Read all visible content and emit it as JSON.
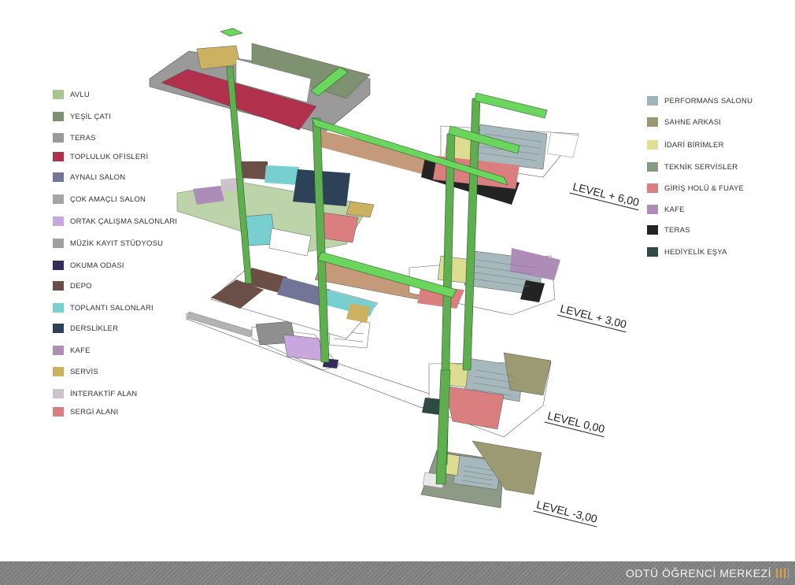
{
  "legend_left": [
    {
      "label": "AVLU",
      "color": "#a7c58d"
    },
    {
      "label": "YEŞİL ÇATI",
      "color": "#7e9171"
    },
    {
      "label": "TERAS",
      "color": "#9a9a9a"
    },
    {
      "label": "TOPLULUK OFİSLERİ",
      "color": "#b1304c"
    },
    {
      "label": " AYNALI SALON",
      "color": "#737598"
    },
    {
      "label": "ÇOK  AMAÇLI SALON",
      "color": "#a4a4a4"
    },
    {
      "label": "ORTAK ÇALIŞMA SALONLARI",
      "color": "#c9a6de"
    },
    {
      "label": "MÜZİK KAYIT STÜDYOSU",
      "color": "#a0a0a0"
    },
    {
      "label": "OKUMA ODASI",
      "color": "#2f2d5c"
    },
    {
      "label": "DEPO",
      "color": "#6b4e46"
    },
    {
      "label": "TOPLANTI SALONLARI",
      "color": "#78cfd0"
    },
    {
      "label": "DERSLİKLER",
      "color": "#2d4158"
    },
    {
      "label": "KAFE",
      "color": "#ae8cb8"
    },
    {
      "label": "SERVİS",
      "color": "#cbb161"
    },
    {
      "label": "İNTERAKTİF ALAN",
      "color": "#cbc2cb"
    },
    {
      "label": "SERGİ ALANI",
      "color": "#db7e80"
    }
  ],
  "legend_right": [
    {
      "label": "PERFORMANS SALONU",
      "color": "#a0b5b9"
    },
    {
      "label": "SAHNE ARKASI",
      "color": "#9a9870"
    },
    {
      "label": "İDARİ BİRİMLER",
      "color": "#dede95"
    },
    {
      "label": "TEKNİK SERVİSLER",
      "color": "#859a83"
    },
    {
      "label": "GİRİŞ HOLÜ & FUAYE",
      "color": "#db7e80"
    },
    {
      "label": "KAFE",
      "color": "#ae8cb8"
    },
    {
      "label": "TERAS",
      "color": "#232323"
    },
    {
      "label": "HEDİYELİK EŞYA",
      "color": "#2f4a44"
    }
  ],
  "levels": [
    {
      "label": "LEVEL + 6,00"
    },
    {
      "label": "LEVEL + 3,00"
    },
    {
      "label": "LEVEL   0,00"
    },
    {
      "label": "LEVEL  -3,00"
    }
  ],
  "footer": {
    "title": "ODTÜ ÖĞRENCİ MERKEZİ"
  },
  "colors": {
    "core_green": "#5fae4f",
    "bridge_green": "#6ad65d",
    "footer_gray": "#8a8a8a"
  }
}
